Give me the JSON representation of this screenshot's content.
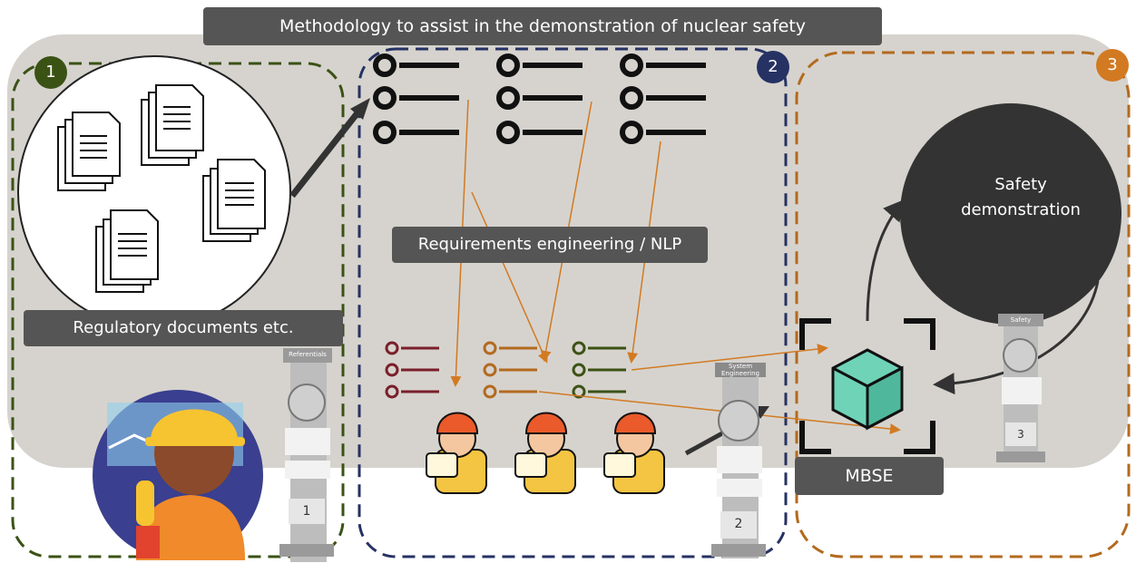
{
  "title": "Methodology to assist in the demonstration of nuclear safety",
  "steps": [
    {
      "number": "1",
      "color": "#3b5215"
    },
    {
      "number": "2",
      "color": "#263263"
    },
    {
      "number": "3",
      "color": "#d27a22"
    }
  ],
  "labels": {
    "regulatory": "Regulatory documents etc.",
    "requirements": "Requirements engineering / NLP",
    "mbse": "MBSE",
    "safety_line1": "Safety",
    "safety_line2": "demonstration"
  },
  "sidebars": [
    {
      "header": "Referentials",
      "number": "1"
    },
    {
      "header": "System Engineering",
      "number": "2"
    },
    {
      "header": "Safety",
      "number": "3"
    }
  ],
  "colors": {
    "background_panel": "#d6d3ce",
    "banner": "#555555",
    "arrow_orange": "#d27a22",
    "list_maroon": "#7a1f2a",
    "list_orange": "#b36a1e",
    "list_green": "#3b5215"
  },
  "icons": [
    "document-icon",
    "worker-icon",
    "engineer-icon",
    "cube-icon",
    "checklist-icon"
  ]
}
